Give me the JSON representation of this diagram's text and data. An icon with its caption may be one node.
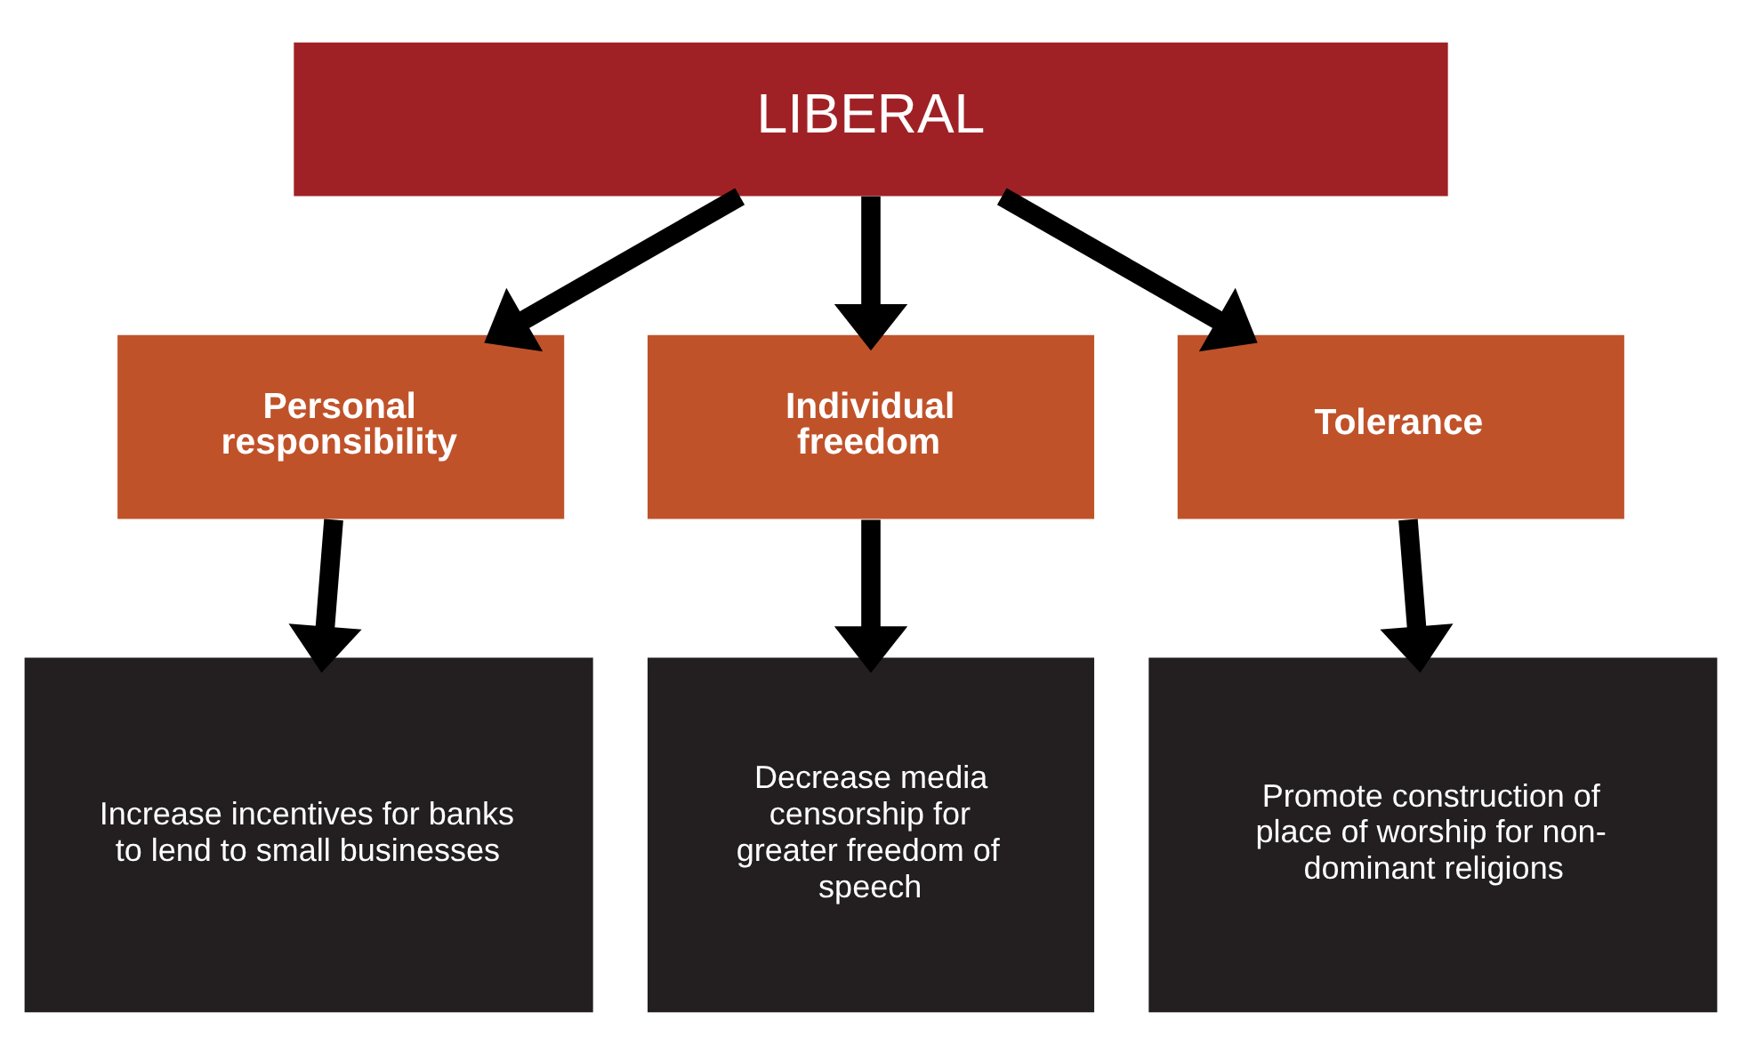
{
  "diagram": {
    "nodes": [
      {
        "text": [
          "LIBERAL"
        ]
      },
      {
        "text": [
          "Personal responsibility"
        ]
      },
      {
        "text": [
          "Individual freedom"
        ]
      },
      {
        "text": [
          "Tolerance"
        ]
      },
      {
        "text": [
          "Increase incentives for banks to lend to small businesses"
        ]
      },
      {
        "text": [
          "Decrease media censorship for greater freedom of speech"
        ]
      },
      {
        "text": [
          "Promote construction of place of worship for non-dominant religions"
        ]
      }
    ],
    "edges": [
      {
        "from": 0,
        "to": 1,
        "arrow": "to"
      },
      {
        "from": 0,
        "to": 2,
        "arrow": "to"
      },
      {
        "from": 0,
        "to": 3,
        "arrow": "to"
      },
      {
        "from": 1,
        "to": 4,
        "arrow": "to"
      },
      {
        "from": 2,
        "to": 5,
        "arrow": "to"
      },
      {
        "from": 3,
        "to": 6,
        "arrow": "to"
      }
    ]
  }
}
